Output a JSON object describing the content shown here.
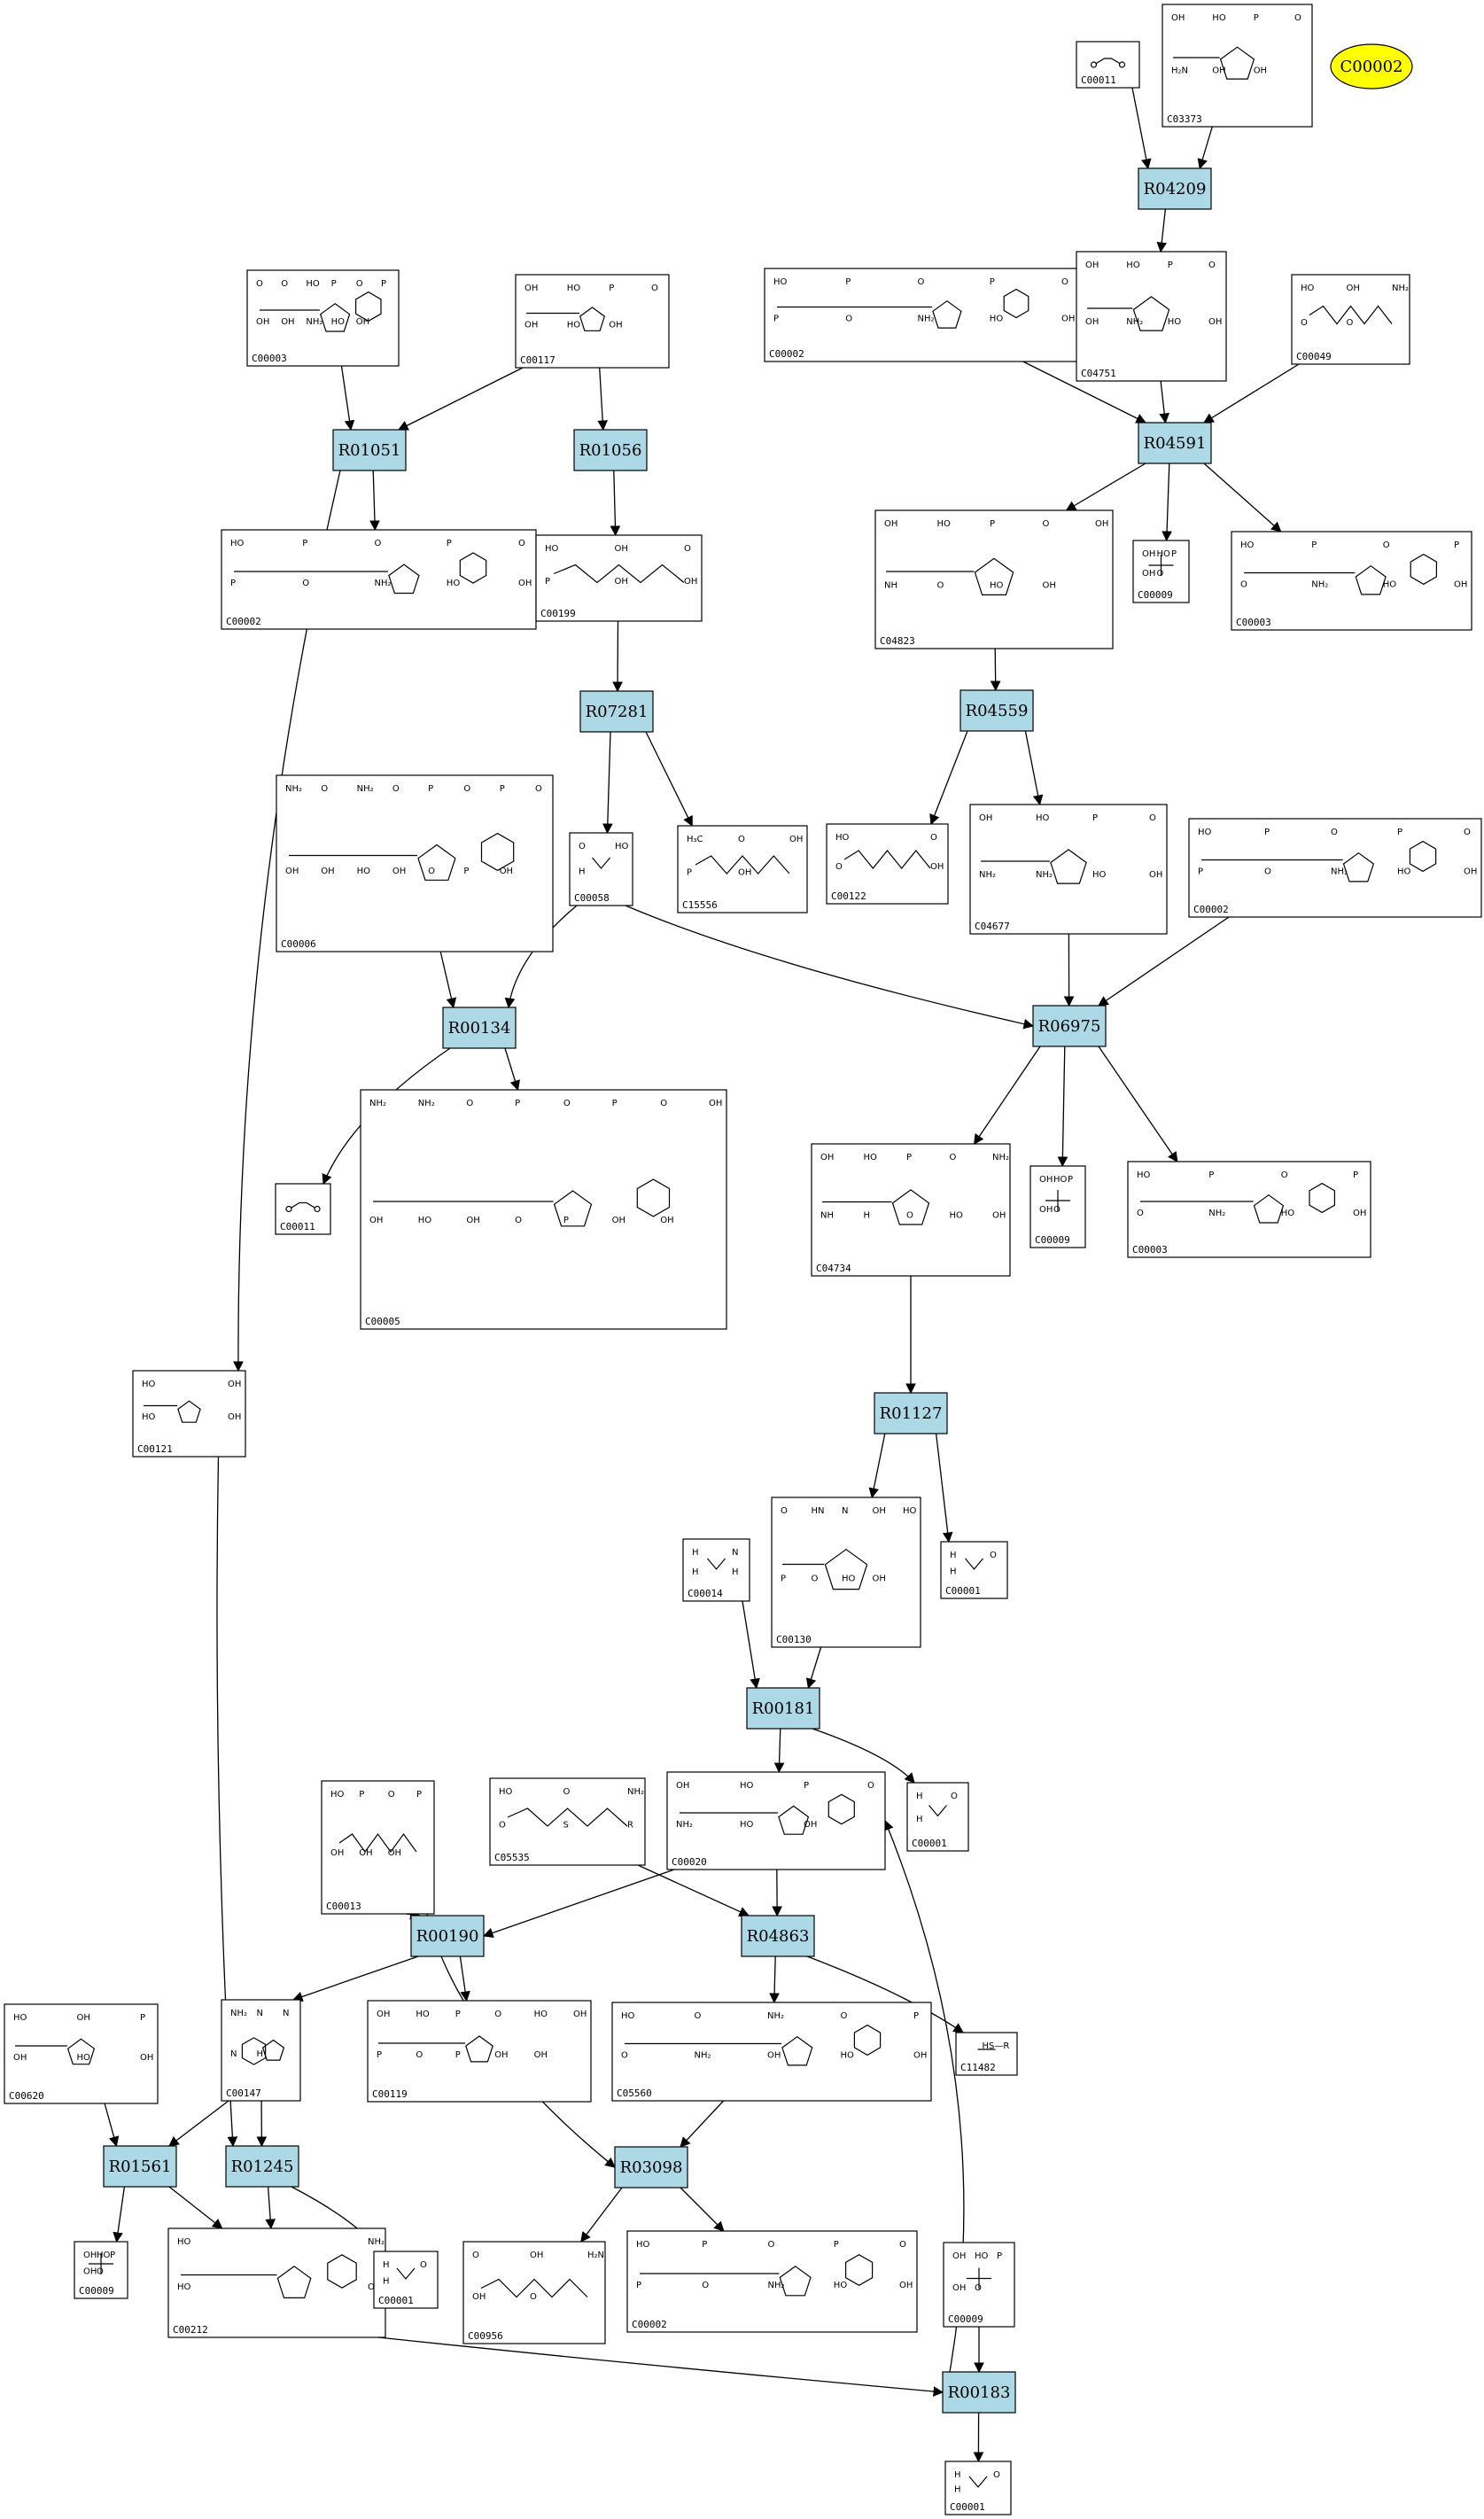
{
  "highlight": {
    "label": "C00002",
    "color": "#ffff00"
  },
  "colors": {
    "reaction_fill": "#add8e6",
    "compound_fill": "#ffffff",
    "highlight_fill": "#ffff00"
  },
  "reactions": [
    {
      "id": "R04209"
    },
    {
      "id": "R01051"
    },
    {
      "id": "R01056"
    },
    {
      "id": "R04591"
    },
    {
      "id": "R07281"
    },
    {
      "id": "R04559"
    },
    {
      "id": "R00134"
    },
    {
      "id": "R06975"
    },
    {
      "id": "R01127"
    },
    {
      "id": "R00181"
    },
    {
      "id": "R00190"
    },
    {
      "id": "R04863"
    },
    {
      "id": "R01561"
    },
    {
      "id": "R01245"
    },
    {
      "id": "R03098"
    },
    {
      "id": "R00183"
    }
  ],
  "compounds": [
    {
      "key": "c00011_top",
      "label": "C00011",
      "mol": "co2",
      "texts": []
    },
    {
      "key": "c03373",
      "label": "C03373",
      "mol": "ring5",
      "texts": [
        "OH",
        "HO",
        "P",
        "O",
        "H₂N",
        "OH",
        "OH"
      ]
    },
    {
      "key": "c00003_top",
      "label": "C00003",
      "mol": "adenosine",
      "texts": [
        "O",
        "O",
        "HO",
        "P",
        "O",
        "P",
        "OH",
        "OH",
        "NH₂",
        "HO",
        "OH"
      ]
    },
    {
      "key": "c00117",
      "label": "C00117",
      "mol": "ring5",
      "texts": [
        "OH",
        "HO",
        "P",
        "O",
        "OH",
        "HO",
        "OH"
      ]
    },
    {
      "key": "c00002_a",
      "label": "C00002",
      "mol": "adenosine",
      "texts": [
        "HO",
        "P",
        "O",
        "P",
        "O",
        "P",
        "O",
        "NH₂",
        "HO",
        "OH"
      ]
    },
    {
      "key": "c04751",
      "label": "C04751",
      "mol": "ring5",
      "texts": [
        "OH",
        "HO",
        "P",
        "O",
        "OH",
        "NH₂",
        "HO",
        "OH"
      ]
    },
    {
      "key": "c00049",
      "label": "C00049",
      "mol": "chain",
      "texts": [
        "HO",
        "OH",
        "NH₂",
        "O",
        "O"
      ]
    },
    {
      "key": "c00002_b",
      "label": "C00002",
      "mol": "adenosine",
      "texts": [
        "HO",
        "P",
        "O",
        "P",
        "O",
        "P",
        "O",
        "NH₂",
        "HO",
        "OH"
      ]
    },
    {
      "key": "c00199",
      "label": "C00199",
      "mol": "chain",
      "texts": [
        "HO",
        "OH",
        "O",
        "P",
        "OH",
        "OH"
      ]
    },
    {
      "key": "c04823",
      "label": "C04823",
      "mol": "ring5",
      "texts": [
        "OH",
        "HO",
        "P",
        "O",
        "OH",
        "NH",
        "O",
        "HO",
        "OH"
      ]
    },
    {
      "key": "c00009_a",
      "label": "C00009",
      "mol": "phosphate",
      "texts": [
        "OH",
        "HO",
        "P",
        "OH",
        "O"
      ]
    },
    {
      "key": "c00003_b",
      "label": "C00003",
      "mol": "adenosine",
      "texts": [
        "HO",
        "P",
        "O",
        "P",
        "O",
        "NH₂",
        "HO",
        "OH"
      ]
    },
    {
      "key": "c00006",
      "label": "C00006",
      "mol": "adenosine",
      "texts": [
        "NH₂",
        "O",
        "NH₂",
        "O",
        "P",
        "O",
        "P",
        "O",
        "OH",
        "OH",
        "HO",
        "OH",
        "O",
        "P",
        "OH"
      ]
    },
    {
      "key": "c00058",
      "label": "C00058",
      "mol": "formate",
      "texts": [
        "O",
        "HO",
        "H"
      ]
    },
    {
      "key": "c15556",
      "label": "C15556",
      "mol": "chain",
      "texts": [
        "H₃C",
        "O",
        "OH",
        "P",
        "OH"
      ]
    },
    {
      "key": "c00122",
      "label": "C00122",
      "mol": "chain",
      "texts": [
        "HO",
        "O",
        "O",
        "OH"
      ]
    },
    {
      "key": "c04677",
      "label": "C04677",
      "mol": "ring5",
      "texts": [
        "OH",
        "HO",
        "P",
        "O",
        "NH₂",
        "NH₂",
        "HO",
        "OH"
      ]
    },
    {
      "key": "c00002_c",
      "label": "C00002",
      "mol": "adenosine",
      "texts": [
        "HO",
        "P",
        "O",
        "P",
        "O",
        "P",
        "O",
        "NH₂",
        "HO",
        "OH"
      ]
    },
    {
      "key": "c00011_b",
      "label": "C00011",
      "mol": "co2",
      "texts": []
    },
    {
      "key": "c00005",
      "label": "C00005",
      "mol": "adenosine",
      "texts": [
        "NH₂",
        "NH₂",
        "O",
        "P",
        "O",
        "P",
        "O",
        "OH",
        "OH",
        "HO",
        "OH",
        "O",
        "P",
        "OH",
        "OH"
      ]
    },
    {
      "key": "c04734",
      "label": "C04734",
      "mol": "ring5",
      "texts": [
        "OH",
        "HO",
        "P",
        "O",
        "NH₂",
        "NH",
        "H",
        "O",
        "HO",
        "OH"
      ]
    },
    {
      "key": "c00009_b",
      "label": "C00009",
      "mol": "phosphate",
      "texts": [
        "OH",
        "HO",
        "P",
        "OH",
        "O"
      ]
    },
    {
      "key": "c00003_c",
      "label": "C00003",
      "mol": "adenosine",
      "texts": [
        "HO",
        "P",
        "O",
        "P",
        "O",
        "NH₂",
        "HO",
        "OH"
      ]
    },
    {
      "key": "c00121",
      "label": "C00121",
      "mol": "ring5",
      "texts": [
        "HO",
        "OH",
        "HO",
        "OH"
      ]
    },
    {
      "key": "c00014",
      "label": "C00014",
      "mol": "nh3",
      "texts": [
        "H",
        "N",
        "H",
        "H"
      ]
    },
    {
      "key": "c00130",
      "label": "C00130",
      "mol": "ring5",
      "texts": [
        "O",
        "HN",
        "N",
        "OH",
        "HO",
        "P",
        "O",
        "HO",
        "OH"
      ]
    },
    {
      "key": "c00001_a",
      "label": "C00001",
      "mol": "water",
      "texts": [
        "H",
        "O",
        "H"
      ]
    },
    {
      "key": "c00013",
      "label": "C00013",
      "mol": "chain",
      "texts": [
        "HO",
        "P",
        "O",
        "P",
        "OH",
        "OH",
        "OH"
      ]
    },
    {
      "key": "c05535",
      "label": "C05535",
      "mol": "chain",
      "texts": [
        "HO",
        "O",
        "NH₂",
        "O",
        "S",
        "R"
      ]
    },
    {
      "key": "c00020",
      "label": "C00020",
      "mol": "adenosine",
      "texts": [
        "OH",
        "HO",
        "P",
        "O",
        "NH₂",
        "HO",
        "OH"
      ]
    },
    {
      "key": "c00001_b",
      "label": "C00001",
      "mol": "water",
      "texts": [
        "H",
        "O",
        "H"
      ]
    },
    {
      "key": "c00620",
      "label": "C00620",
      "mol": "ring5",
      "texts": [
        "HO",
        "OH",
        "P",
        "OH",
        "HO",
        "OH"
      ]
    },
    {
      "key": "c00147",
      "label": "C00147",
      "mol": "adenine",
      "texts": [
        "NH₂",
        "N",
        "N",
        "N",
        "H"
      ]
    },
    {
      "key": "c00119",
      "label": "C00119",
      "mol": "ring5",
      "texts": [
        "OH",
        "HO",
        "P",
        "O",
        "HO",
        "OH",
        "P",
        "O",
        "P",
        "OH",
        "OH"
      ]
    },
    {
      "key": "c05560",
      "label": "C05560",
      "mol": "adenosine",
      "texts": [
        "HO",
        "O",
        "NH₂",
        "O",
        "P",
        "O",
        "NH₂",
        "OH",
        "HO",
        "OH"
      ]
    },
    {
      "key": "c11482",
      "label": "C11482",
      "mol": "hsr",
      "texts": [
        "HS—R"
      ]
    },
    {
      "key": "c00009_c",
      "label": "C00009",
      "mol": "phosphate",
      "texts": [
        "OH",
        "HO",
        "P",
        "OH",
        "O"
      ]
    },
    {
      "key": "c00212",
      "label": "C00212",
      "mol": "adenosine",
      "texts": [
        "HO",
        "NH₂",
        "HO",
        "OH"
      ]
    },
    {
      "key": "c00001_c",
      "label": "C00001",
      "mol": "water",
      "texts": [
        "H",
        "O",
        "H"
      ]
    },
    {
      "key": "c00956",
      "label": "C00956",
      "mol": "chain",
      "texts": [
        "O",
        "OH",
        "H₂N",
        "OH",
        "O"
      ]
    },
    {
      "key": "c00002_d",
      "label": "C00002",
      "mol": "adenosine",
      "texts": [
        "HO",
        "P",
        "O",
        "P",
        "O",
        "P",
        "O",
        "NH₂",
        "HO",
        "OH"
      ]
    },
    {
      "key": "c00009_d",
      "label": "C00009",
      "mol": "phosphate",
      "texts": [
        "OH",
        "HO",
        "P",
        "OH",
        "O"
      ]
    },
    {
      "key": "c00001_d",
      "label": "C00001",
      "mol": "water",
      "texts": [
        "H",
        "O",
        "H"
      ]
    }
  ]
}
